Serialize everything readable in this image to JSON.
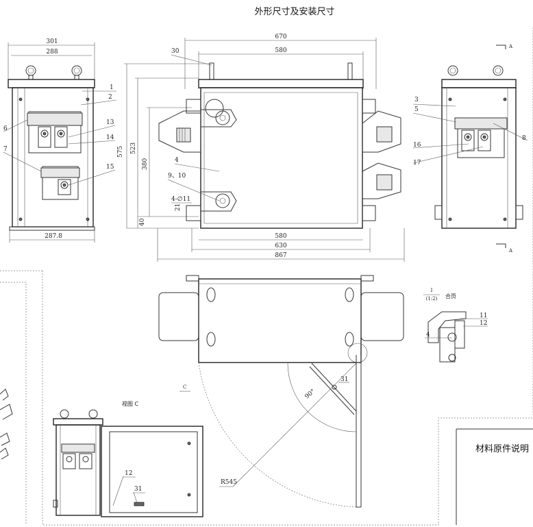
{
  "title": "外形尺寸及安装尺寸",
  "detail": {
    "ratio_top": "I",
    "ratio_bottom": "(1:2)",
    "suffix": "合页"
  },
  "view_c_label": "视图 C",
  "materials_label": "材料原件说明",
  "section_marks": {
    "a_top": "A",
    "a_bottom": "A",
    "c": "C"
  },
  "dimensions": {
    "d301": "301",
    "d288": "288",
    "d287_8": "287.8",
    "d670": "670",
    "d580_top": "580",
    "d580_bottom": "580",
    "d630": "630",
    "d867": "867",
    "d575": "575",
    "d523": "523",
    "d380": "380",
    "d40": "40",
    "d21": "21",
    "d4_phi11": "4-∅11",
    "angle": "90°",
    "radius": "R545"
  },
  "callouts": {
    "c1": "1",
    "c2": "2",
    "c3": "3",
    "c4": "4",
    "c5": "5",
    "c6": "6",
    "c7": "7",
    "c8": "8",
    "c9_10": "9、10",
    "c11": "11",
    "c12": "12",
    "c13": "13",
    "c14": "14",
    "c15": "15",
    "c16": "16",
    "c17": "17",
    "c30": "30",
    "c31": "31",
    "c4_detail": "4",
    "c11_detail": "11",
    "c12_detail": "12",
    "c12_view": "12",
    "c31_view": "31"
  }
}
